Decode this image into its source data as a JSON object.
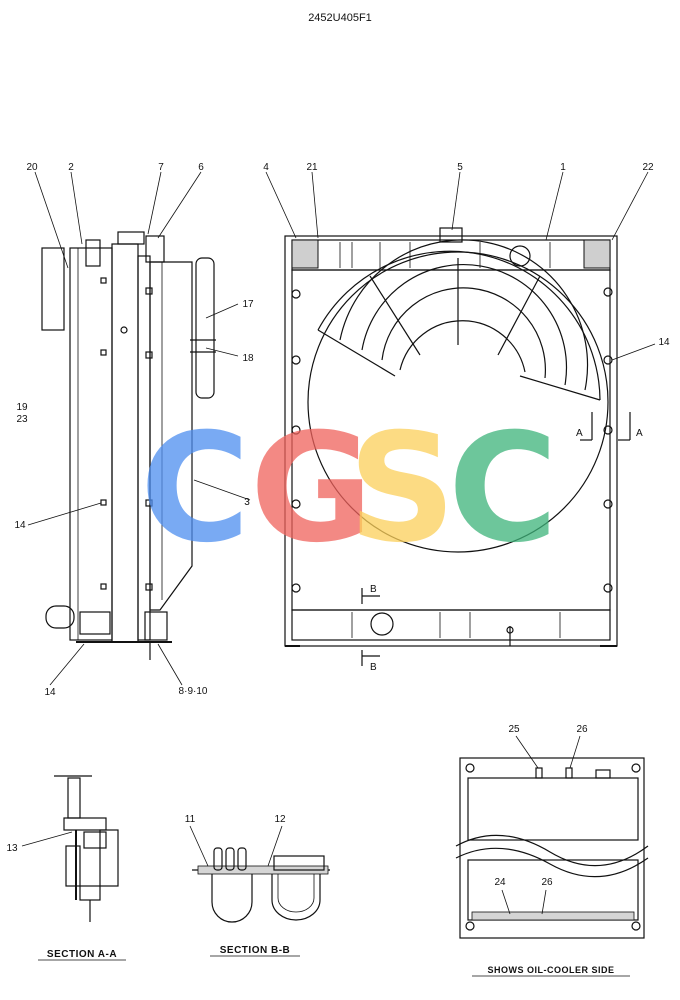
{
  "drawing_number": "2452U405F1",
  "callouts": {
    "c1": "1",
    "c2": "2",
    "c3": "3",
    "c4": "4",
    "c5": "5",
    "c6": "6",
    "c7": "7",
    "c8_9_10": "8·9·10",
    "c11": "11",
    "c12": "12",
    "c13": "13",
    "c14_a": "14",
    "c14_b": "14",
    "c14_c": "14",
    "c17": "17",
    "c18": "18",
    "c19": "19",
    "c23": "23",
    "c20": "20",
    "c21": "21",
    "c22": "22",
    "c24": "24",
    "c25": "25",
    "c26_a": "26",
    "c26_b": "26"
  },
  "section_marks": {
    "a_left": "A",
    "a_right": "A",
    "b_top": "B",
    "b_bottom": "B"
  },
  "captions": {
    "section_aa": "SECTION A-A",
    "section_bb": "SECTION B-B",
    "oil_cooler": "SHOWS OIL-COOLER SIDE"
  },
  "watermark": {
    "letters": [
      "C",
      "G",
      "S",
      "C"
    ],
    "colors": [
      "#4d8ef0",
      "#f0625c",
      "#fcd05a",
      "#3db37a"
    ]
  }
}
